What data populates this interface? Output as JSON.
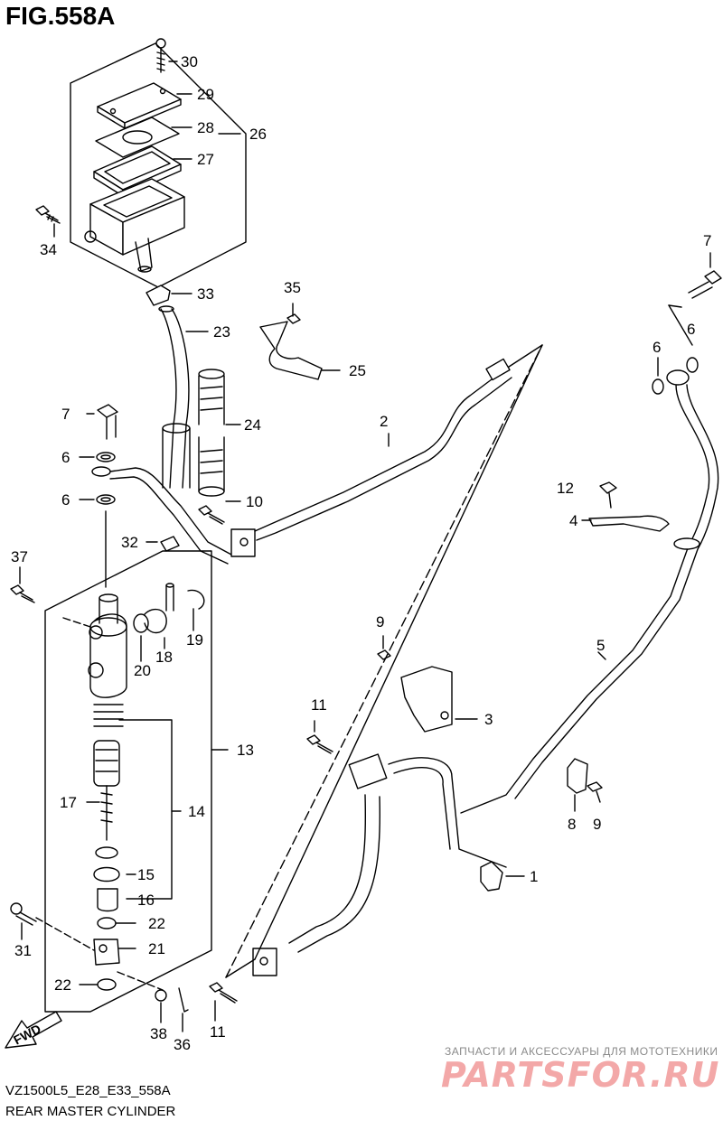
{
  "figure": {
    "title": "FIG.558A"
  },
  "footer": {
    "code": "VZ1500L5_E28_E33_558A",
    "name": "REAR MASTER CYLINDER"
  },
  "direction_badge": "FWD",
  "watermark": {
    "tagline": "ЗАПЧАСТИ И АКСЕССУАРЫ ДЛЯ МОТОТЕХНИКИ",
    "brand": "PARTSFOR.RU"
  },
  "callouts": [
    "1",
    "2",
    "3",
    "4",
    "5",
    "6",
    "6",
    "6",
    "6",
    "7",
    "7",
    "8",
    "9",
    "9",
    "10",
    "11",
    "11",
    "12",
    "13",
    "14",
    "15",
    "16",
    "17",
    "18",
    "19",
    "20",
    "21",
    "22",
    "22",
    "23",
    "24",
    "25",
    "26",
    "27",
    "28",
    "29",
    "30",
    "31",
    "32",
    "33",
    "34",
    "35",
    "36",
    "37",
    "38"
  ]
}
